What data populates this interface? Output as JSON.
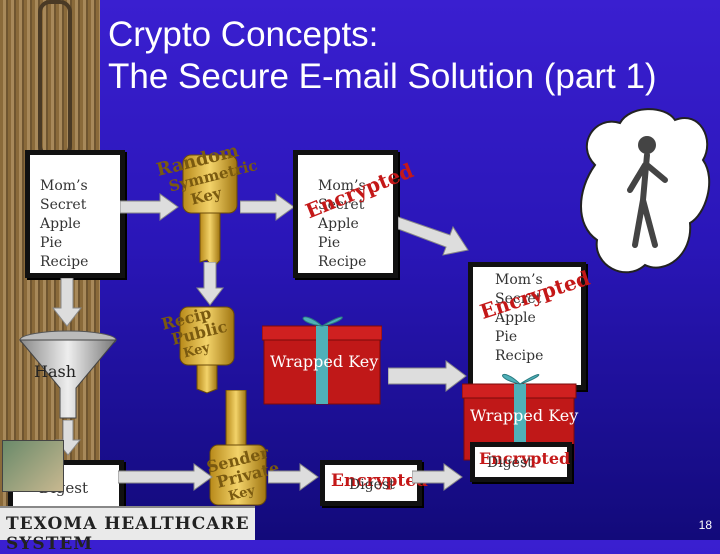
{
  "title": {
    "line1": "Crypto Concepts:",
    "line2": "The Secure E-mail Solution (part 1)"
  },
  "document": {
    "lines": [
      "Mom’s",
      "Secret",
      "Apple",
      "Pie",
      "Recipe"
    ]
  },
  "keys": {
    "random_symmetric": [
      "Random",
      "Symmetric",
      "Key"
    ],
    "recip_public": [
      "Recip",
      "Public",
      "Key"
    ],
    "sender_private": [
      "Sender",
      "Private",
      "Key"
    ]
  },
  "encrypted_doc": {
    "lines": [
      "Mom’s",
      "Secret",
      "Apple",
      "Pie",
      "Recipe"
    ],
    "overlay": "Encrypted"
  },
  "hash_label": "Hash",
  "digest_label": "Digest",
  "wrapped_key_label": "Wrapped Key",
  "encrypted_digest": {
    "overlay": "Encrypted",
    "label": "Digest"
  },
  "bundle": {
    "doc_lines": [
      "Mom’s",
      "Secret",
      "Apple",
      "Pie",
      "Recipe"
    ],
    "doc_overlay": "Encrypted",
    "wrapped_key_label": "Wrapped Key",
    "digest_overlay": "Encrypted",
    "digest_label": "Digest"
  },
  "footer": {
    "logo_text": "TEXOMA HEALTHCARE SYSTEM"
  },
  "page_number": "18",
  "colors": {
    "background": "#2a16b8",
    "encrypted_text": "#c41818",
    "key_gold": "#c89a2a",
    "gift_red": "#c01818",
    "ribbon": "#4fb0b8"
  }
}
